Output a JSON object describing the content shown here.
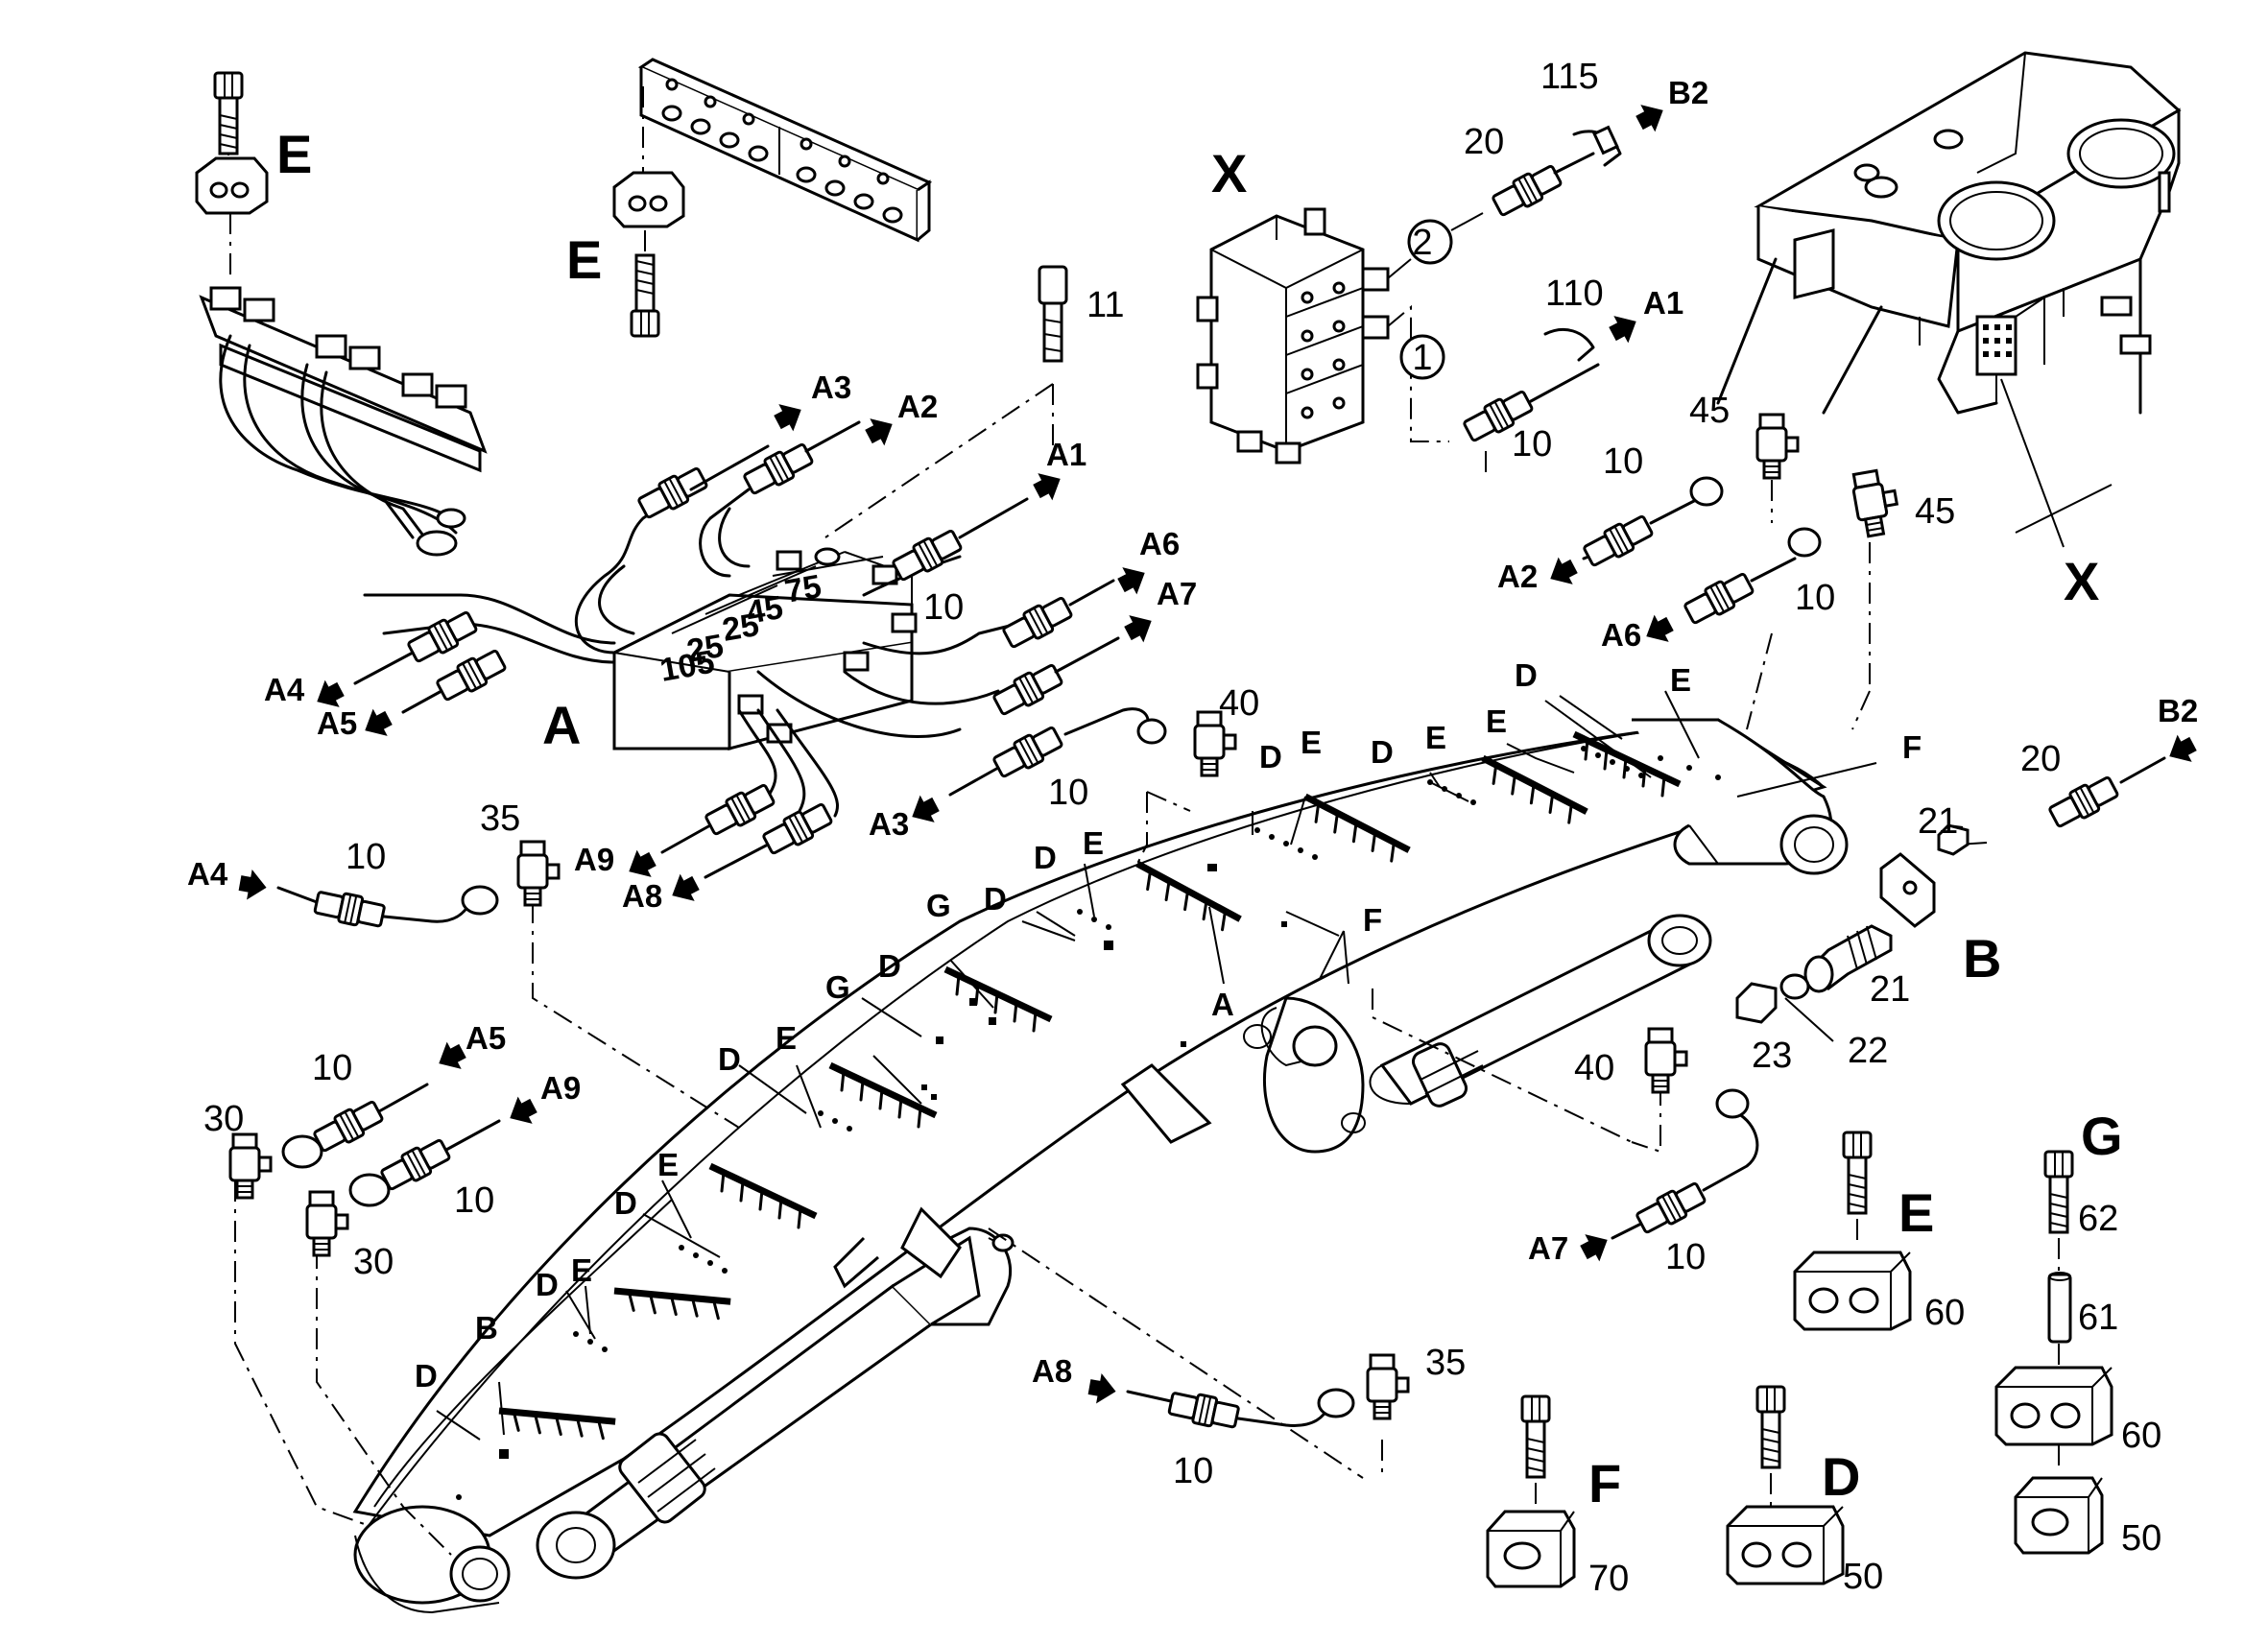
{
  "labels": {
    "E_topleft": "E",
    "E_topcenter": "E",
    "X_valve": "X",
    "X_frame": "X",
    "n115": "115",
    "B2_top": "B2",
    "n20_top": "20",
    "c2": "2",
    "n110": "110",
    "A1_top": "A1",
    "c1": "1",
    "n10_valve": "10",
    "n11": "11",
    "A3_top": "A3",
    "A2_top": "A2",
    "A1_mid": "A1",
    "A6_mid": "A6",
    "A7_mid": "A7",
    "n10_block": "10",
    "blk75": "75",
    "blk45": "45",
    "blk25a": "25",
    "blk25b": "25",
    "blk105": "105",
    "A4_left": "A4",
    "A5_left": "A5",
    "A_block": "A",
    "A9_mid": "A9",
    "A8_mid": "A8",
    "A3_mid": "A3",
    "n10_a3": "10",
    "n40_top": "40",
    "n45_a": "45",
    "n10_a2": "10",
    "A2_right": "A2",
    "n45_b": "45",
    "n10_a6": "10",
    "A6_right": "A6",
    "A4_line": "A4",
    "n10_a4": "10",
    "n35_top": "35",
    "n10_a5": "10",
    "A5_line": "A5",
    "A9_line": "A9",
    "n10_a9": "10",
    "n30_a": "30",
    "n30_b": "30",
    "D1": "D",
    "E1": "E",
    "E2": "E",
    "D2": "D",
    "E3": "E",
    "D3": "D",
    "E4": "E",
    "F1": "F",
    "D4": "D",
    "E5": "E",
    "D5": "D",
    "G1": "G",
    "D6": "D",
    "G2": "G",
    "A_boom": "A",
    "F2": "F",
    "D7": "D",
    "E6": "E",
    "E7": "E",
    "D8": "D",
    "D9": "D",
    "E8": "E",
    "B_boom": "B",
    "D10": "D",
    "B2_right": "B2",
    "n20_right": "20",
    "n21_a": "21",
    "B_big": "B",
    "n21_b": "21",
    "n23": "23",
    "n22": "22",
    "n40_right": "40",
    "A7_right": "A7",
    "n10_a7": "10",
    "E_legend": "E",
    "n60_e": "60",
    "G_legend": "G",
    "n62": "62",
    "n61": "61",
    "n60_g": "60",
    "n50_g": "50",
    "A8_line": "A8",
    "n10_a8": "10",
    "n35_bottom": "35",
    "F_legend": "F",
    "n70": "70",
    "D_legend": "D",
    "n50_d": "50"
  }
}
